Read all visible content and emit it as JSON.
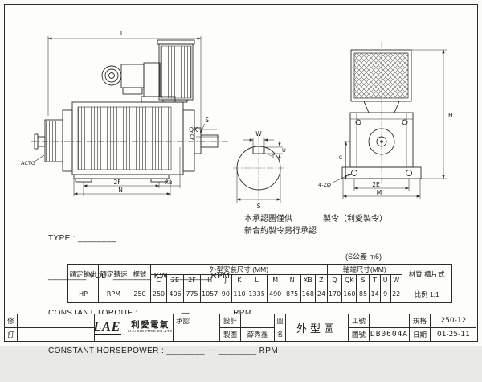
{
  "dims": {
    "L": "L",
    "ACTG": "ACTG",
    "S_side": "S",
    "QK": "QK",
    "Q": "Q",
    "F2": "2F",
    "N": "N",
    "XB": "XB",
    "W": "W",
    "T": "T",
    "U": "U",
    "S_front": "S",
    "H": "H",
    "E2": "2E",
    "M": "M",
    "holes": "4-ZØ",
    "C": "C"
  },
  "type_block": {
    "line1": "TYPE : ________",
    "line2": "________ VOLT ________ KW ________ RPM",
    "line3": "CONSTANT TORQUE : ________ — ________ RPM",
    "line4": "CONSTANT HORSEPOWER : ________ — ________ RPM"
  },
  "notes": {
    "note1": "本承認圖僅供",
    "note2": "製令（利愛製令）",
    "note3": "新合約製令另行承認",
    "tolerance": "(S公差 m6)"
  },
  "spec_table": {
    "col_output": "額定輸出",
    "col_speed": "額定轉速",
    "col_frame": "框號",
    "group_outline": "外型安裝尺寸 (MM)",
    "group_shaft": "軸端尺寸(MM)",
    "material": "材質 槽片式",
    "scale": "比例 1:1",
    "dim_headers": [
      "C",
      "2E",
      "2F",
      "H",
      "J",
      "K",
      "L",
      "M",
      "N",
      "XB",
      "Z"
    ],
    "shaft_headers": [
      "Q",
      "QK",
      "S",
      "T",
      "U",
      "W"
    ],
    "row": {
      "output": "HP",
      "speed": "RPM",
      "frame": "250",
      "outline_values": [
        "250",
        "406",
        "775",
        "1057",
        "90",
        "110",
        "1335",
        "490",
        "875",
        "168",
        "24"
      ],
      "shaft_values": [
        "170",
        "160",
        "85",
        "14",
        "9",
        "22"
      ]
    }
  },
  "title_block": {
    "rev_top": "修",
    "rev_bottom": "訂",
    "logo_text": "LAE",
    "company_zh": "利愛電氣",
    "company_en": "LI AI ELECTRIC CO.,LTD",
    "approve_label": "承認",
    "design_label": "設計",
    "draft_label": "製圖",
    "draft_name": "薛秀鑫",
    "dwgname_label_top": "圖",
    "dwgname_label_bottom": "名",
    "drawing_name": "外型圖",
    "work_no_label": "工號",
    "drawing_no_label": "圖號",
    "drawing_no": "DB0604A",
    "spec_label": "規格",
    "spec_value": "250-12",
    "date_label": "日期",
    "date_value": "01-25-11"
  }
}
